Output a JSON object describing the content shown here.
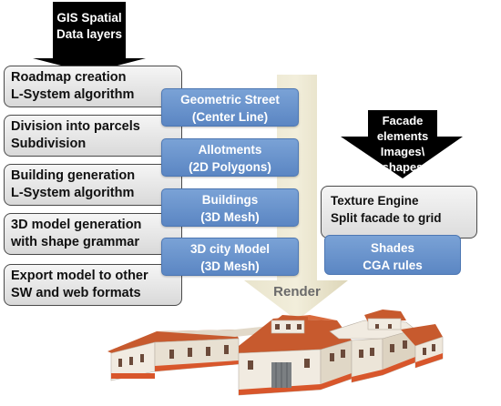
{
  "top_arrow": {
    "label": "GIS Spatial\nData layers"
  },
  "right_arrow": {
    "label": "Facade\nelements\nImages\\\nshapes"
  },
  "render_arrow": {
    "label": "Render"
  },
  "process_steps": [
    {
      "label": "Roadmap creation\nL-System algorithm"
    },
    {
      "label": "Division into parcels\nSubdivision"
    },
    {
      "label": "Building generation\nL-System algorithm"
    },
    {
      "label": "3D model generation\nwith shape grammar"
    },
    {
      "label": "Export model to other\nSW and web formats"
    }
  ],
  "outputs": [
    {
      "label": "Geometric Street\n(Center Line)"
    },
    {
      "label": "Allotments\n(2D Polygons)"
    },
    {
      "label": "Buildings\n(3D Mesh)"
    },
    {
      "label": "3D city Model\n(3D Mesh)"
    }
  ],
  "texture_engine": {
    "label": "Texture Engine\nSplit facade to grid"
  },
  "shades": {
    "label": "Shades\nCGA rules"
  },
  "colors": {
    "arrow_black": "#000000",
    "output_blue": "#6690cb",
    "render_beige": "#e7e2c9",
    "roof_orange": "#c75a2e",
    "wall_cream": "#f1ebe1"
  }
}
